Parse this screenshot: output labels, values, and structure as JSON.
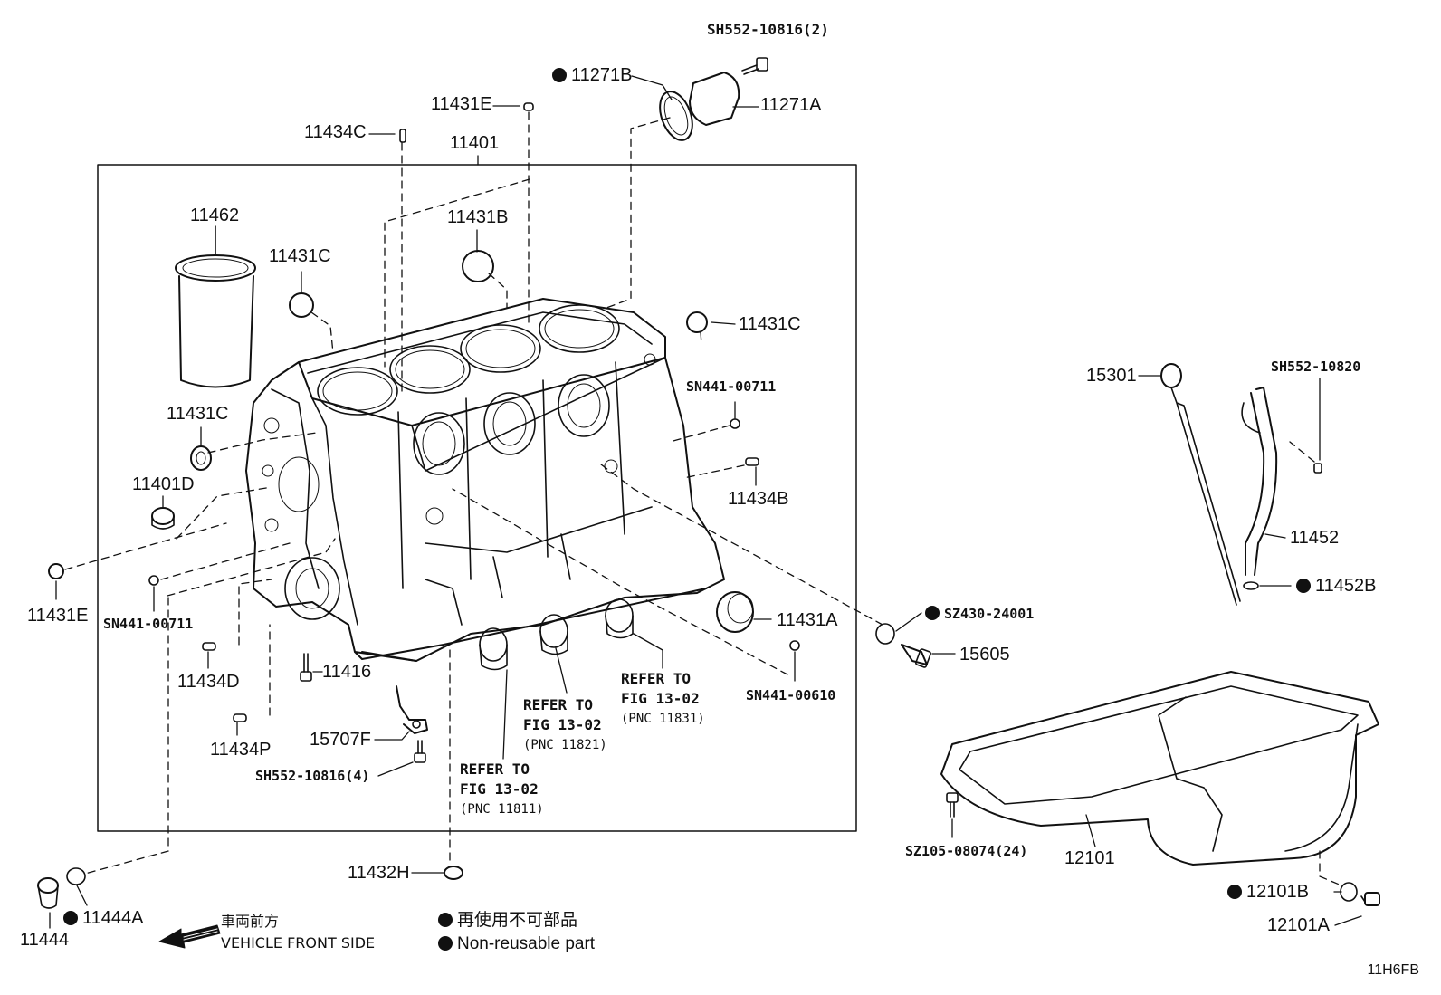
{
  "labels": {
    "l_SH552_10816_2": "SH552-10816(2)",
    "l_11271B": "11271B",
    "l_11271A": "11271A",
    "l_11431E_top": "11431E",
    "l_11434C": "11434C",
    "l_11401": "11401",
    "l_11462": "11462",
    "l_11431B": "11431B",
    "l_11431C_1": "11431C",
    "l_11431C_2": "11431C",
    "l_11431C_3": "11431C",
    "l_SN441_00711_r": "SN441-00711",
    "l_11401D": "11401D",
    "l_11434B": "11434B",
    "l_11431E_left": "11431E",
    "l_SN441_00711_l": "SN441-00711",
    "l_11431A": "11431A",
    "l_SZ430_24001": "SZ430-24001",
    "l_15605": "15605",
    "l_11434D": "11434D",
    "l_11416": "11416",
    "l_SN441_00610": "SN441-00610",
    "l_11434P": "11434P",
    "l_15707F": "15707F",
    "l_SH552_10816_4": "SH552-10816(4)",
    "l_11432H": "11432H",
    "l_15301": "15301",
    "l_SH552_10820": "SH552-10820",
    "l_11452": "11452",
    "l_11452B": "11452B",
    "l_SZ105_08074": "SZ105-08074(24)",
    "l_12101": "12101",
    "l_12101B": "12101B",
    "l_12101A": "12101A",
    "l_11444A": "11444A",
    "l_11444": "11444"
  },
  "refs": {
    "ref_11821": {
      "line1": "REFER TO",
      "line2": "FIG 13-02",
      "line3": "(PNC 11821)"
    },
    "ref_11831": {
      "line1": "REFER TO",
      "line2": "FIG 13-02",
      "line3": "(PNC 11831)"
    },
    "ref_11811": {
      "line1": "REFER TO",
      "line2": "FIG 13-02",
      "line3": "(PNC 11811)"
    }
  },
  "legend": {
    "front_jp": "車両前方",
    "front_en": "VEHICLE FRONT SIDE",
    "nonreuse_jp": "再使用不可部品",
    "nonreuse_en": "Non-reusable part"
  },
  "figure_id": "11H6FB",
  "colors": {
    "ink": "#111111",
    "background": "#ffffff"
  }
}
